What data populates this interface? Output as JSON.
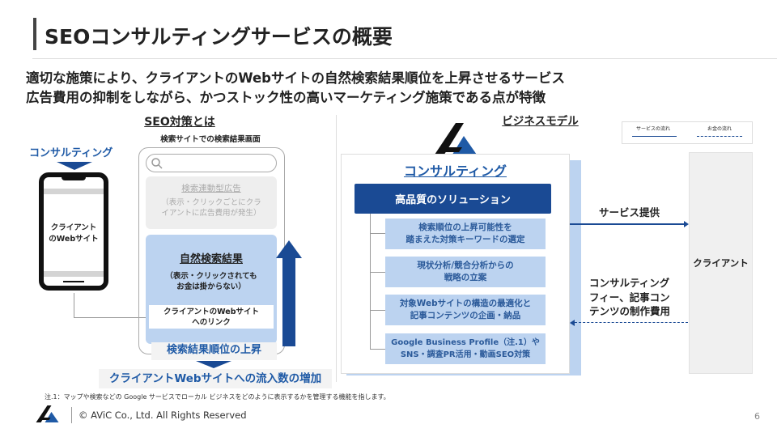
{
  "title": "SEOコンサルティングサービスの概要",
  "subtitle": [
    "適切な施策により、クライアントのWebサイトの自然検索結果順位を上昇させるサービス",
    "広告費用の抑制をしながら、かつストック性の高いマーケティング施策である点が特徴"
  ],
  "left": {
    "heading": "SEO対策とは",
    "screen_caption": "検索サイトでの検索結果画面",
    "consulting_label": "コンサルティング",
    "phone_text": [
      "クライアント",
      "のWebサイト"
    ],
    "ad_title": "検索連動型広告",
    "ad_desc": [
      "（表示・クリックごとにクラ",
      "イアントに広告費用が発生）"
    ],
    "organic_title": "自然検索結果",
    "organic_desc": [
      "（表示・クリックされても",
      "お金は掛からない）"
    ],
    "link_text": [
      "クライアントのWebサイト",
      "へのリンク"
    ],
    "rank_up": "検索結果順位の上昇",
    "result": "クライアントWebサイトへの流入数の増加"
  },
  "right": {
    "heading": "ビジネスモデル",
    "legend": {
      "service": "サービスの流れ",
      "money": "お金の流れ"
    },
    "consulting_title": "コンサルティング",
    "solution": "高品質のソリューション",
    "items": [
      [
        "検索順位の上昇可能性を",
        "踏まえた対策キーワードの選定"
      ],
      [
        "現状分析/競合分析からの",
        "戦略の立案"
      ],
      [
        "対象Webサイトの構造の最適化と",
        "記事コンテンツの企画・納品"
      ],
      [
        "Google Business Profile（注.1）や",
        "SNS・調査PR活用・動画SEO対策"
      ]
    ],
    "service_label": "サービス提供",
    "fee_label": [
      "コンサルティング",
      "フィー、記事コン",
      "テンツの制作費用"
    ],
    "client": "クライアント"
  },
  "footer": {
    "note": "注.1：マップや検索などの Google サービスでローカル ビジネスをどのように表示するかを管理する機能を指します。",
    "copyright": "© AViC Co., Ltd. All Rights Reserved",
    "page": "6"
  },
  "colors": {
    "accent": "#1a4a94",
    "light": "#bcd3f0"
  }
}
